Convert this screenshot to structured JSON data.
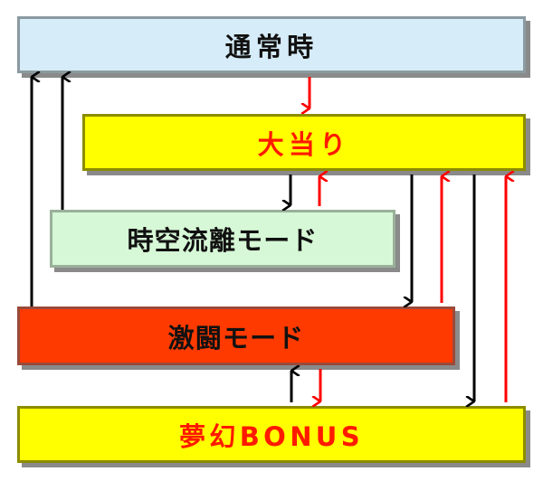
{
  "boxes": {
    "normal": "通常時",
    "ootari": "大当り",
    "jikuu": "時空流離モード",
    "gekito": "激闘モード",
    "bonus": "夢幻BONUS"
  },
  "colors": {
    "arrow_black": "#000000",
    "arrow_red": "#ff0000"
  }
}
